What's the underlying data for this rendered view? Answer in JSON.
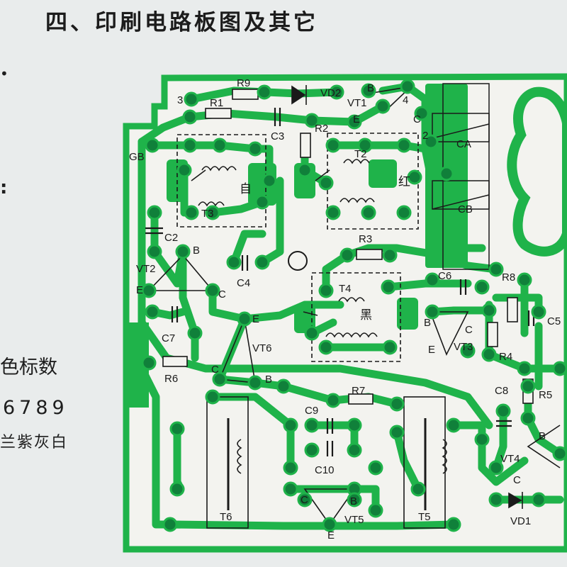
{
  "heading": "四、印刷电路板图及其它",
  "side": {
    "bullet": "•",
    "colon": ":",
    "title": "色标数",
    "digits": "6789",
    "colors": "兰紫灰白"
  },
  "board": {
    "colors": {
      "trace": "#1fb34a",
      "pad": "#10803a",
      "ink": "#1a1a1a",
      "board": "#f3f3ef",
      "paper": "#e9ecec"
    },
    "labels": {
      "n3": "3",
      "r9": "R9",
      "vd2": "VD2",
      "b_vt1": "B",
      "n4": "4",
      "r1": "R1",
      "vt1": "VT1",
      "e_vt1": "E",
      "c_vt1": "C",
      "c3": "C3",
      "r2": "R2",
      "n2": "2",
      "ca": "CA",
      "gb": "GB",
      "t2": "T2",
      "red": "红",
      "white": "自",
      "t3": "T3",
      "cb": "CB",
      "c2": "C2",
      "b_vt2": "B",
      "vt2": "VT2",
      "c4": "C4",
      "r3": "R3",
      "e_vt2": "E",
      "c_vt2": "C",
      "t4": "T4",
      "c6": "C6",
      "r8": "R8",
      "black": "黑",
      "c7": "C7",
      "e_vt6": "E",
      "c5": "C5",
      "b_vt3": "B",
      "c_vt3": "C",
      "vt6": "VT6",
      "vt3": "VT3",
      "e_vt3": "E",
      "r4": "R4",
      "r6": "R6",
      "c_vt6": "C",
      "b_vt6": "B",
      "r7": "R7",
      "c8": "C8",
      "r5": "R5",
      "c9": "C9",
      "b_vt4": "B",
      "vt4": "VT4",
      "c10": "C10",
      "c_vt4": "C",
      "c_vt5": "C",
      "b_vt5": "B",
      "vt5": "VT5",
      "t6": "T6",
      "t5": "T5",
      "e_vt5": "E",
      "vd1": "VD1"
    }
  }
}
